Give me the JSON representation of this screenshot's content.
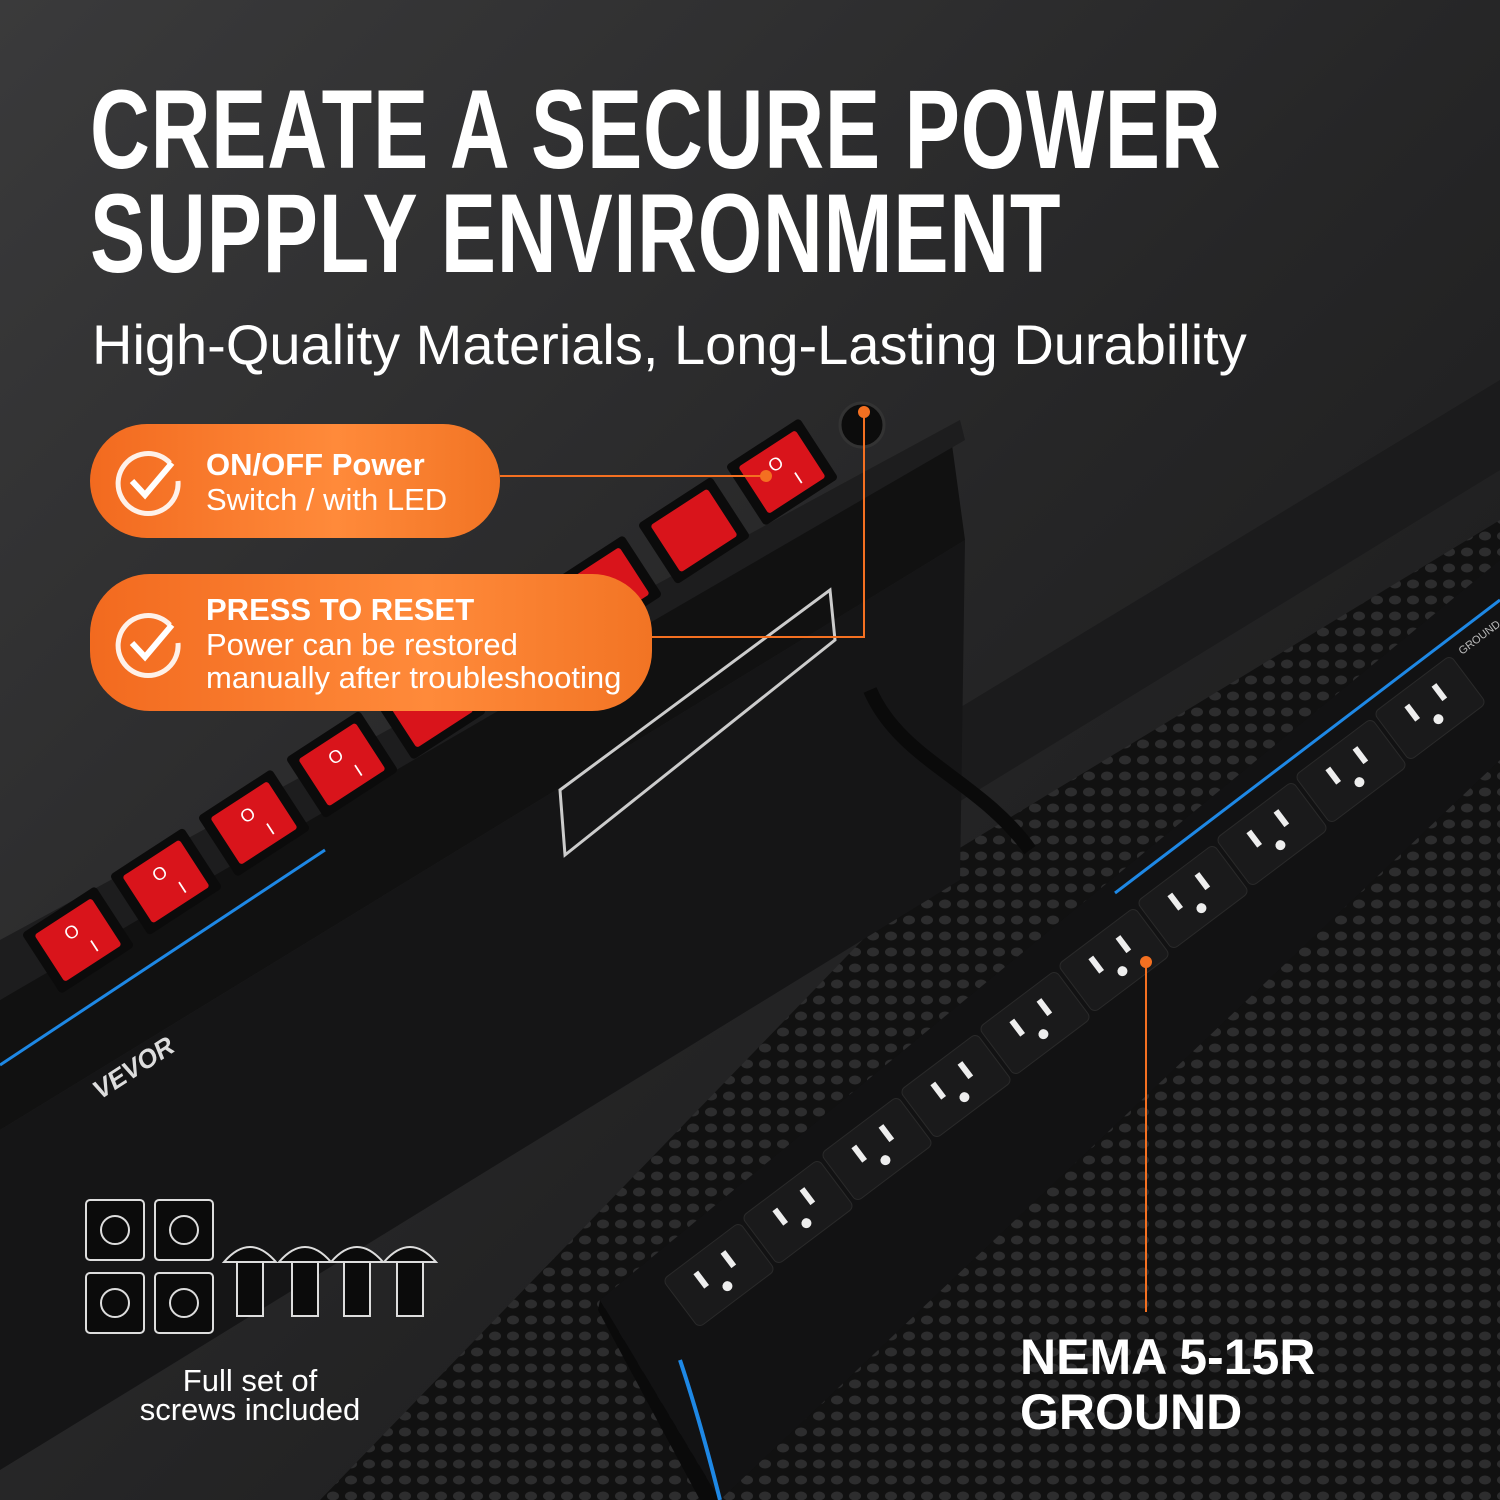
{
  "headline": {
    "line1": "CREATE A SECURE POWER",
    "line2": "SUPPLY ENVIRONMENT"
  },
  "subheadline": "High-Quality Materials, Long-Lasting Durability",
  "callouts": [
    {
      "title": "ON/OFF Power",
      "body": [
        "Switch / with LED"
      ],
      "icon": "check-circle-icon"
    },
    {
      "title": "PRESS TO RESET",
      "body": [
        "Power can be restored",
        "manually after troubleshooting"
      ],
      "icon": "check-circle-icon"
    }
  ],
  "accessories": {
    "caption": [
      "Full set of",
      "screws included"
    ]
  },
  "outlet_label": {
    "line1": "NEMA 5-15R",
    "line2": "GROUND"
  },
  "product_marks": {
    "brand": "VEVOR",
    "rail_label": "GROUND",
    "switch_symbols": [
      "O",
      "I"
    ]
  },
  "colors": {
    "accent": "#f47021",
    "switch_red": "#d9141b",
    "stripe_blue": "#1e88e5",
    "background": "#2a2a2b"
  }
}
